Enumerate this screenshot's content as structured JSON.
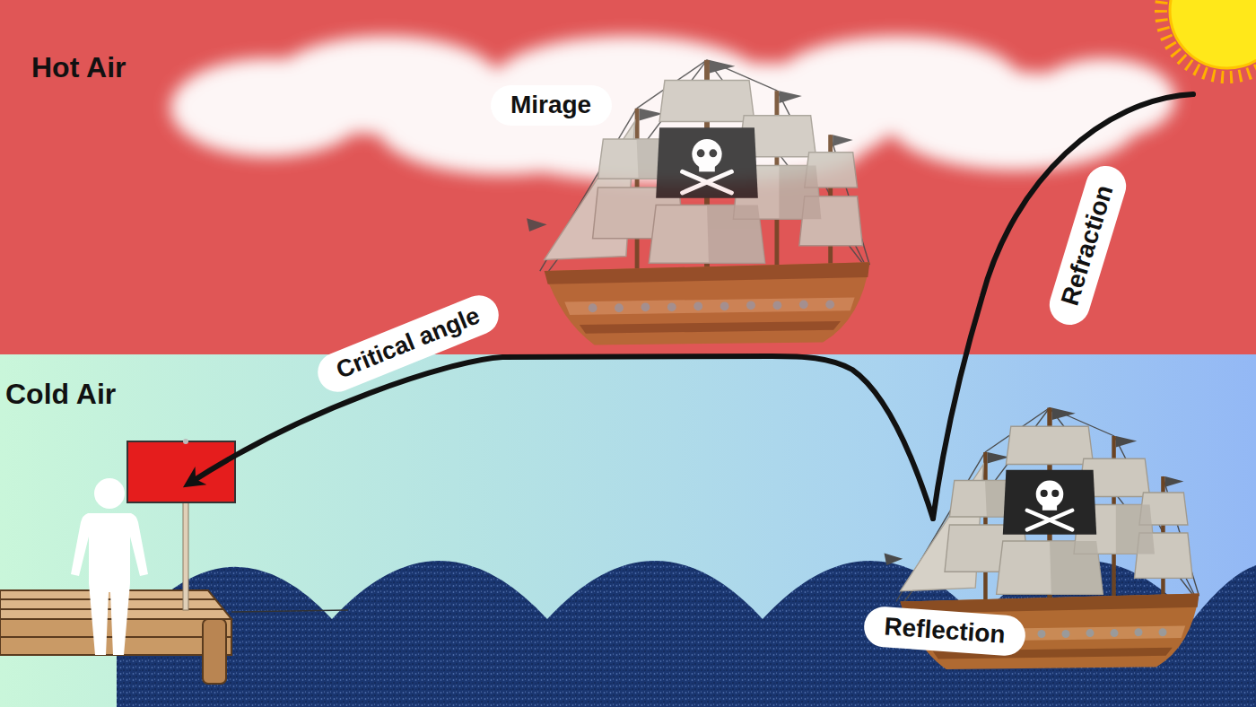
{
  "diagram": {
    "nodes": [
      {
        "text": [
          "Hot Air"
        ]
      },
      {
        "text": [
          "Mirage"
        ],
        "in": 0
      },
      {
        "text": [
          "Refraction"
        ],
        "in": 0
      },
      {
        "text": [
          "Critical angle"
        ],
        "in": 0
      },
      {
        "text": [
          "Cold Air"
        ]
      },
      {
        "text": [
          "Reflection"
        ],
        "in": 4
      }
    ]
  }
}
